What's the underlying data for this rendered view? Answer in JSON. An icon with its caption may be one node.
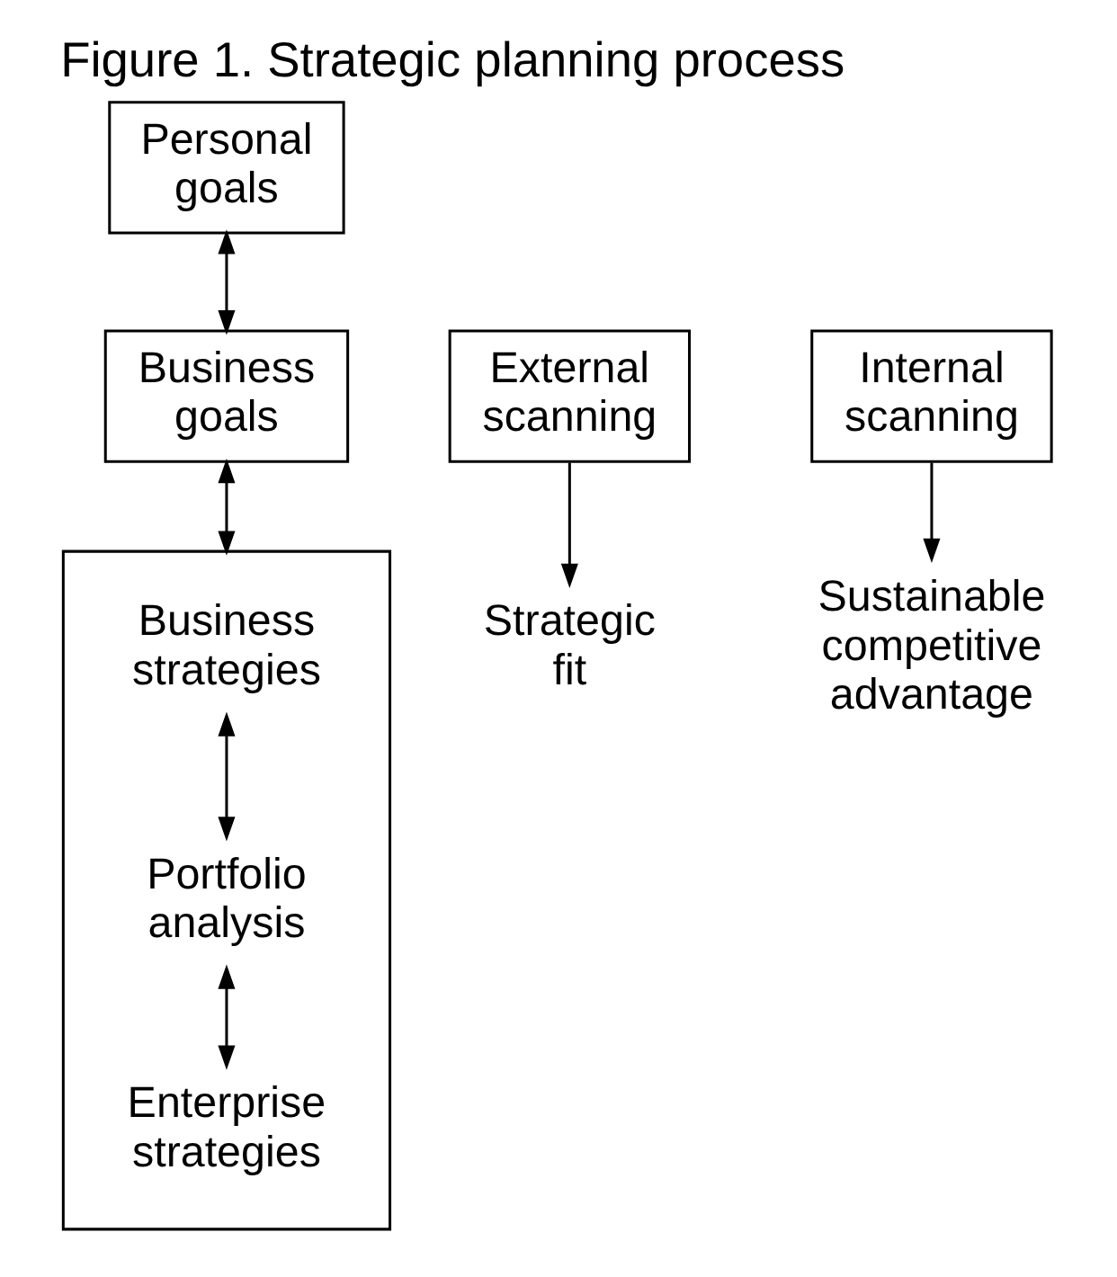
{
  "diagram": {
    "title": "Figure 1. Strategic planning process",
    "nodes": [
      {
        "text": [
          "Personal goals"
        ]
      },
      {
        "text": [
          "External scanning"
        ]
      },
      {
        "text": [
          "Business goals"
        ]
      },
      {
        "text": [
          "Internal scanning"
        ]
      },
      {
        "text": [],
        "shape": "box"
      },
      {
        "text": [
          "Business strategies"
        ],
        "in": 4
      },
      {
        "text": [
          "Portfolio analysis"
        ],
        "in": 4
      },
      {
        "text": [
          "Enterprise strategies"
        ],
        "in": 4
      },
      {
        "text": [
          "Strategic fit"
        ]
      },
      {
        "text": [
          "Sustainable competitive advantage"
        ]
      }
    ],
    "edges": [
      {
        "from": 0,
        "to": 2,
        "arrow": "both"
      },
      {
        "from": 2,
        "to": 4,
        "arrow": "both"
      },
      {
        "from": 5,
        "to": 6,
        "arrow": "both"
      },
      {
        "from": 6,
        "to": 7,
        "arrow": "both"
      },
      {
        "from": 1,
        "to": 8,
        "arrow": "to"
      },
      {
        "from": 3,
        "to": 9,
        "arrow": "to"
      }
    ]
  }
}
